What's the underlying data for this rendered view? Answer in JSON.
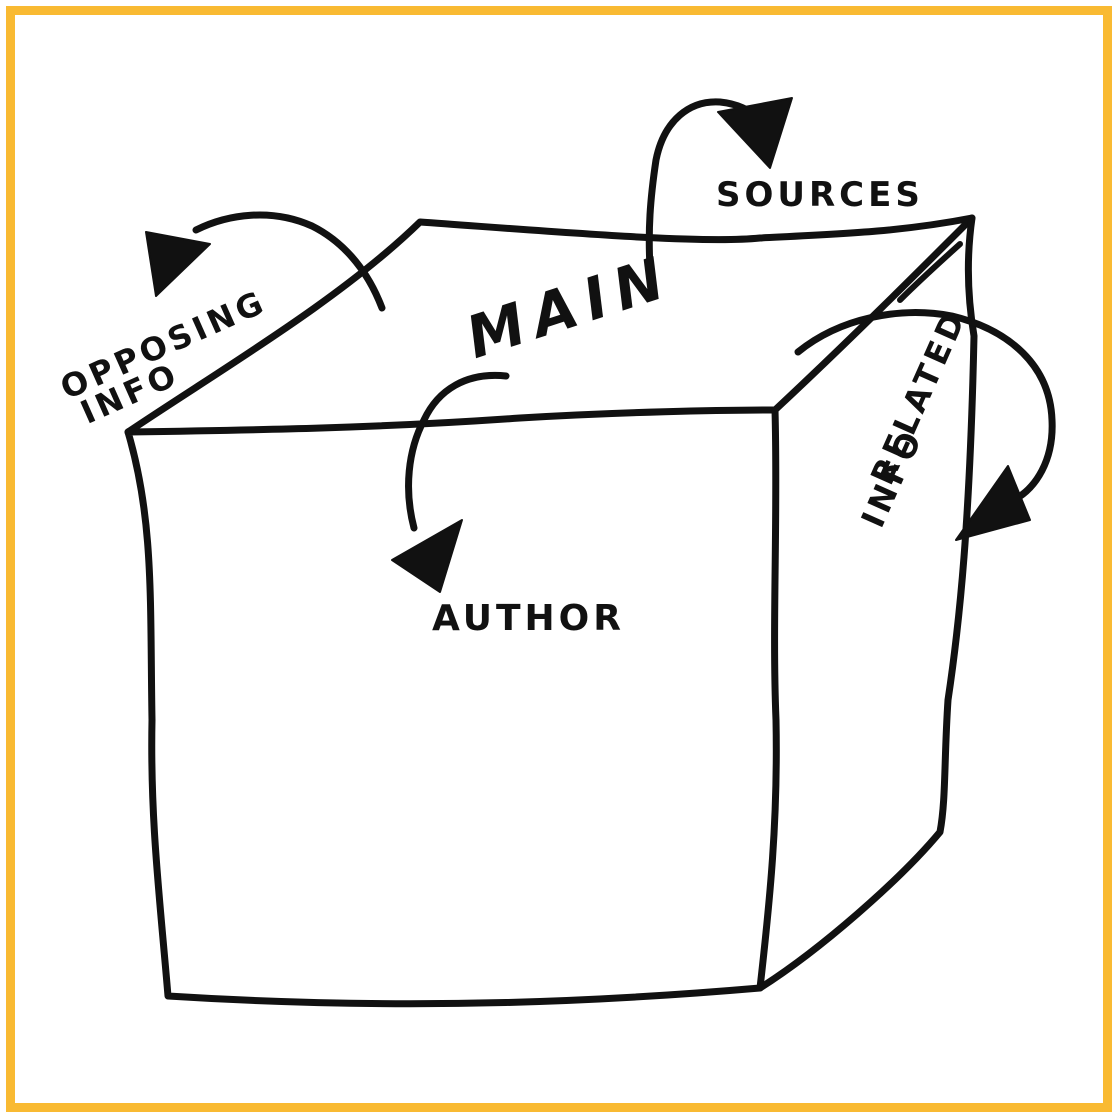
{
  "colors": {
    "frame": "#F9BA32",
    "ink": "#111111",
    "background": "#ffffff"
  },
  "labels": {
    "main": "MAIN",
    "sources": "SOURCES",
    "opposing_line1": "OPPOSING",
    "opposing_line2": "INFO",
    "related_line1": "RELATED",
    "related_line2": "INFO",
    "author": "AUTHOR"
  }
}
